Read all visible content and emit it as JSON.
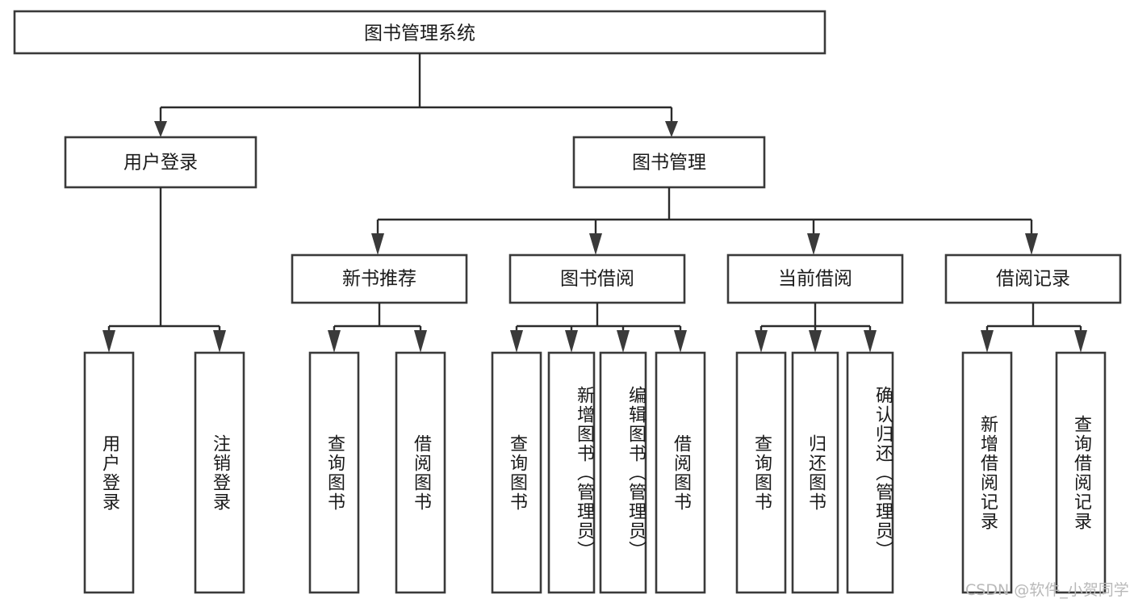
{
  "diagram": {
    "kind": "tree-hierarchy-chart",
    "title": "图书管理系统",
    "background_color": "#ffffff",
    "box_stroke_color": "#3a3a3a",
    "text_color": "#1a1a1a",
    "connector_color": "#2b2b2b"
  },
  "root": {
    "label": "图书管理系统"
  },
  "level2": [
    {
      "label": "用户登录"
    },
    {
      "label": "图书管理"
    }
  ],
  "level3": [
    {
      "label": "新书推荐"
    },
    {
      "label": "图书借阅"
    },
    {
      "label": "当前借阅"
    },
    {
      "label": "借阅记录"
    }
  ],
  "leaves": {
    "user_login": [
      {
        "label": "用户登录"
      },
      {
        "label": "注销登录"
      }
    ],
    "new_book_recommend": [
      {
        "label": "查询图书"
      },
      {
        "label": "借阅图书"
      }
    ],
    "book_borrow": [
      {
        "label": "查询图书"
      },
      {
        "label": "新增图书（管理员）"
      },
      {
        "label": "编辑图书（管理员）"
      },
      {
        "label": "借阅图书"
      }
    ],
    "current_borrow": [
      {
        "label": "查询图书"
      },
      {
        "label": "归还图书"
      },
      {
        "label": "确认归还（管理员）"
      }
    ],
    "borrow_record": [
      {
        "label": "新增借阅记录"
      },
      {
        "label": "查询借阅记录"
      }
    ]
  },
  "watermark": {
    "text": "CSDN @软件_小贺同学"
  }
}
